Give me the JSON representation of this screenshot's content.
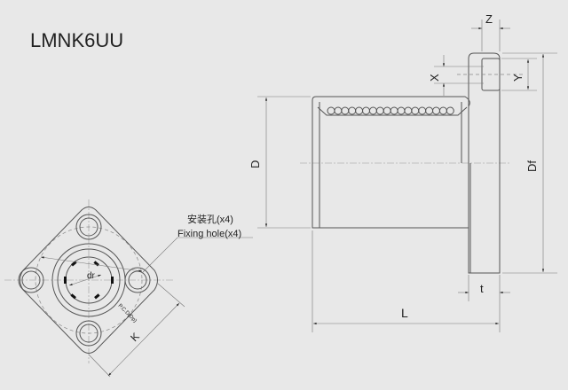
{
  "title": "LMNK6UU",
  "labels": {
    "Z": "Z",
    "X": "X",
    "Y": "Y",
    "D": "D",
    "Df": "Df",
    "t": "t",
    "L": "L",
    "K": "K",
    "dr": "dr",
    "pcd": "P.C.D(Dp)",
    "fixing_hole_cn": "安装孔(x4)",
    "fixing_hole_en": "Fixing hole(x4)"
  },
  "colors": {
    "background": "#e8e8e8",
    "line": "#555555"
  }
}
